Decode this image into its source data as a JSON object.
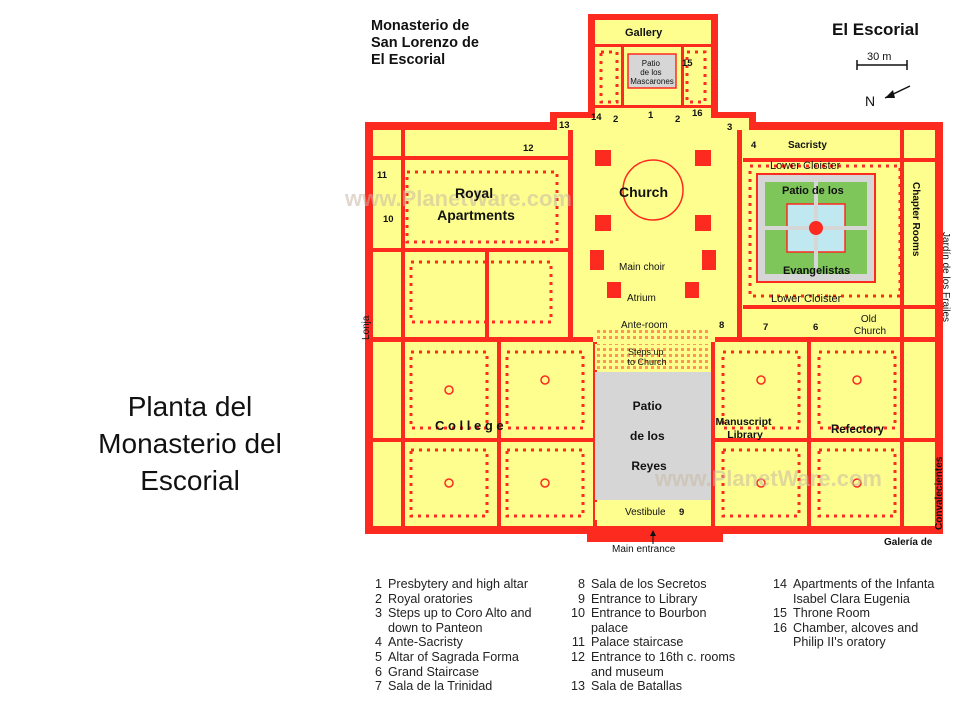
{
  "slide": {
    "caption_lines": [
      "Planta del",
      "Monasterio del",
      "Escorial"
    ]
  },
  "plan": {
    "title_lines": [
      "Monasterio de",
      "San Lorenzo de",
      "El Escorial"
    ],
    "brand": "El Escorial",
    "scale_label": "30 m",
    "north_label": "N",
    "watermark": "www.PlanetWare.com",
    "labels": {
      "gallery": "Gallery",
      "patio_mascarones": [
        "Patio",
        "de los",
        "Mascarones"
      ],
      "royal_apartments": [
        "Royal",
        "Apartments"
      ],
      "church": "Church",
      "sacristy": "Sacristy",
      "lower_cloister_top": "Lower Cloister",
      "lower_cloister_bottom": "Lower Cloister",
      "patio_evangelistas_top": "Patio de los",
      "patio_evangelistas_bottom": "Evangelistas",
      "chapter_rooms": "Chapter Rooms",
      "jardin": "Jardín de los Frailes",
      "lonja": "Lonja",
      "main_choir": "Main choir",
      "atrium": "Atrium",
      "ante_room": "Ante-room",
      "steps_up": [
        "Steps up",
        "to Church"
      ],
      "old_church": [
        "Old",
        "Church"
      ],
      "college": "C o l l e g e",
      "patio_reyes": [
        "Patio",
        "de los",
        "Reyes"
      ],
      "manuscript_library": [
        "Manuscript",
        "Library"
      ],
      "refectory": "Refectory",
      "convalecientes": "Convalecientes",
      "galeria_de": "Galería de",
      "vestibule": "Vestibule",
      "main_entrance": "Main entrance"
    },
    "numbers": {
      "n1": "1",
      "n2a": "2",
      "n2b": "2",
      "n3": "3",
      "n4": "4",
      "n6": "6",
      "n7": "7",
      "n8": "8",
      "n9": "9",
      "n10": "10",
      "n11": "11",
      "n12": "12",
      "n13": "13",
      "n14": "14",
      "n15": "15",
      "n16": "16"
    },
    "colors": {
      "wall": "#fd2a20",
      "floor": "#fefe8e",
      "court": "#d6d6d6",
      "pond": "#bfe8f0",
      "garden": "#7ec65a"
    }
  },
  "legend": {
    "columns": [
      [
        {
          "num": "1",
          "text": "Presbytery and high altar"
        },
        {
          "num": "2",
          "text": "Royal oratories"
        },
        {
          "num": "3",
          "text": "Steps up to Coro Alto and\ndown to Panteon"
        },
        {
          "num": "4",
          "text": "Ante-Sacristy"
        },
        {
          "num": "5",
          "text": "Altar of Sagrada Forma"
        },
        {
          "num": "6",
          "text": "Grand Staircase"
        },
        {
          "num": "7",
          "text": "Sala de la Trinidad"
        }
      ],
      [
        {
          "num": "8",
          "text": "Sala de los Secretos"
        },
        {
          "num": "9",
          "text": "Entrance to Library"
        },
        {
          "num": "10",
          "text": "Entrance to Bourbon\npalace"
        },
        {
          "num": "11",
          "text": "Palace staircase"
        },
        {
          "num": "12",
          "text": "Entrance to 16th c. rooms\nand museum"
        },
        {
          "num": "13",
          "text": "Sala de Batallas"
        }
      ],
      [
        {
          "num": "14",
          "text": "Apartments of the Infanta\nIsabel Clara Eugenia"
        },
        {
          "num": "15",
          "text": "Throne Room"
        },
        {
          "num": "16",
          "text": "Chamber, alcoves and\nPhilip II's oratory"
        }
      ]
    ]
  }
}
